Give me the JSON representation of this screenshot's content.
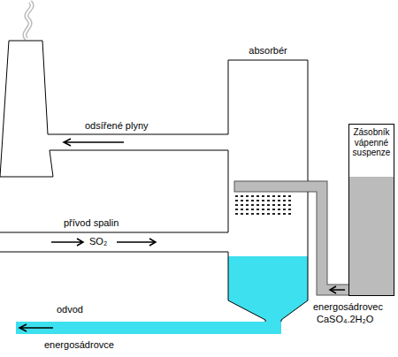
{
  "diagram": {
    "nodes": [
      {
        "text": [
          "absorbér"
        ]
      },
      {
        "text": [
          "Zásobník vápenné suspenze"
        ]
      }
    ],
    "edges": [
      {
        "from": 1,
        "to": 0,
        "arrow": "to"
      }
    ],
    "labels": [
      "odsířené plyny",
      "přívod spalin",
      "SO₂",
      "energosádrovec",
      "CaSO₄.2H₂O",
      "odvod",
      "energosádrovce"
    ]
  }
}
